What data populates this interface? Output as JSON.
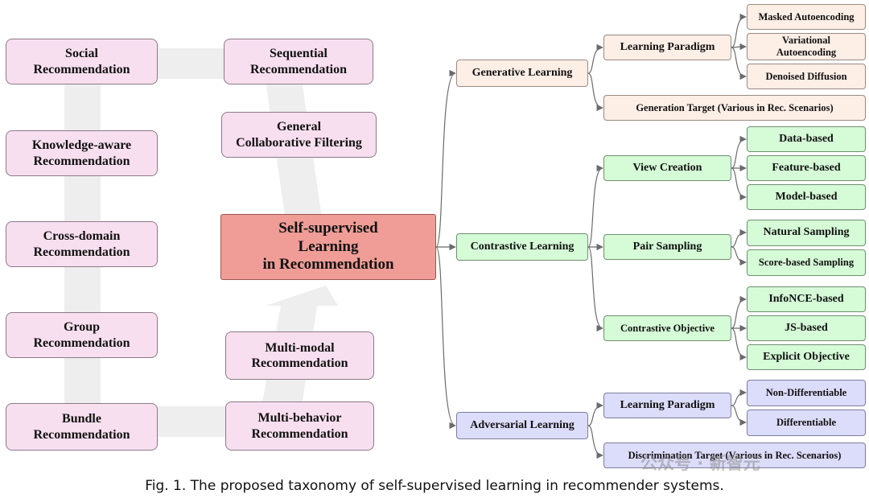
{
  "applications": [
    {
      "id": "social",
      "label": "Social\nRecommendation"
    },
    {
      "id": "knowledge",
      "label": "Knowledge-aware\nRecommendation"
    },
    {
      "id": "cross-domain",
      "label": "Cross-domain\nRecommendation"
    },
    {
      "id": "group",
      "label": "Group\nRecommendation"
    },
    {
      "id": "bundle",
      "label": "Bundle\nRecommendation"
    },
    {
      "id": "sequential",
      "label": "Sequential\nRecommendation"
    },
    {
      "id": "general-cf",
      "label": "General\nCollaborative Filtering"
    },
    {
      "id": "multi-modal",
      "label": "Multi-modal\nRecommendation"
    },
    {
      "id": "multi-behavior",
      "label": "Multi-behavior\nRecommendation"
    }
  ],
  "center": {
    "label": "Self-supervised\nLearning\nin Recommendation"
  },
  "paradigms": [
    {
      "id": "generative",
      "label": "Generative Learning",
      "color": "#fdeee6"
    },
    {
      "id": "contrastive",
      "label": "Contrastive Learning",
      "color": "#d5fbd7"
    },
    {
      "id": "adversarial",
      "label": "Adversarial Learning",
      "color": "#dcdcfb"
    }
  ],
  "level2": [
    {
      "id": "gen-paradigm",
      "label": "Learning Paradigm"
    },
    {
      "id": "gen-target",
      "label": "Generation Target (Various in Rec. Scenarios)"
    },
    {
      "id": "view-creation",
      "label": "View Creation"
    },
    {
      "id": "pair-sampling",
      "label": "Pair Sampling"
    },
    {
      "id": "contrastive-objective",
      "label": "Contrastive Objective"
    },
    {
      "id": "adv-paradigm",
      "label": "Learning Paradigm"
    },
    {
      "id": "disc-target",
      "label": "Discrimination Target (Various in Rec. Scenarios)"
    }
  ],
  "level3": [
    {
      "id": "masked-ae",
      "label": "Masked Autoencoding"
    },
    {
      "id": "variational-ae",
      "label": "Variational\nAutoencoding"
    },
    {
      "id": "denoised-diffusion",
      "label": "Denoised Diffusion"
    },
    {
      "id": "data-based",
      "label": "Data-based"
    },
    {
      "id": "feature-based",
      "label": "Feature-based"
    },
    {
      "id": "model-based",
      "label": "Model-based"
    },
    {
      "id": "natural-sampling",
      "label": "Natural Sampling"
    },
    {
      "id": "score-based-sampling",
      "label": "Score-based Sampling"
    },
    {
      "id": "infonce-based",
      "label": "InfoNCE-based"
    },
    {
      "id": "js-based",
      "label": "JS-based"
    },
    {
      "id": "explicit-objective",
      "label": "Explicit Objective"
    },
    {
      "id": "non-differentiable",
      "label": "Non-Differentiable"
    },
    {
      "id": "differentiable",
      "label": "Differentiable"
    }
  ],
  "caption": "Fig. 1.  The proposed taxonomy of self-supervised learning in recommender systems.",
  "watermark": "公众号 · 新智元",
  "colors": {
    "edge": "#6b6b6b",
    "background_arrow": "#eeeeee"
  }
}
